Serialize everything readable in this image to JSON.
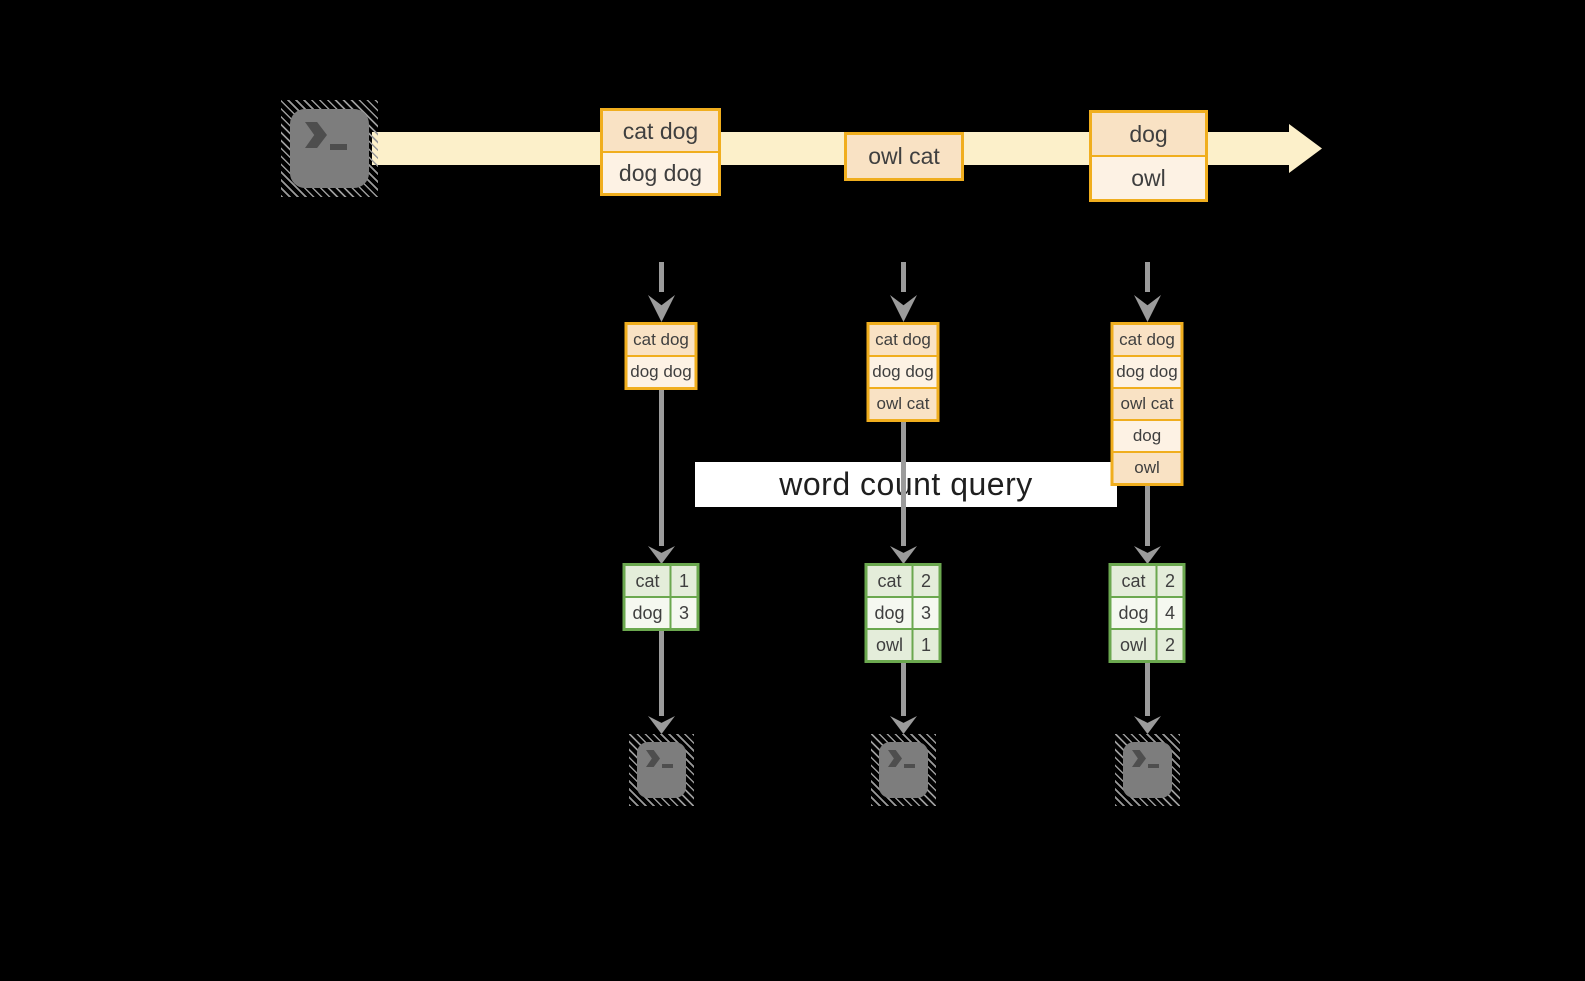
{
  "diagram": {
    "query_label": "word count query",
    "stream": {
      "source": {
        "icon": "terminal-icon"
      },
      "batches": [
        {
          "lines": [
            "cat dog",
            "dog dog"
          ]
        },
        {
          "lines": [
            "owl cat"
          ]
        },
        {
          "lines": [
            "dog",
            "owl"
          ]
        }
      ]
    },
    "columns": [
      {
        "batch_lines": [
          "cat dog",
          "dog dog"
        ],
        "counts": [
          {
            "word": "cat",
            "count": "1"
          },
          {
            "word": "dog",
            "count": "3"
          }
        ],
        "sink": {
          "icon": "terminal-icon"
        }
      },
      {
        "batch_lines": [
          "cat dog",
          "dog dog",
          "owl cat"
        ],
        "counts": [
          {
            "word": "cat",
            "count": "2"
          },
          {
            "word": "dog",
            "count": "3"
          },
          {
            "word": "owl",
            "count": "1"
          }
        ],
        "sink": {
          "icon": "terminal-icon"
        }
      },
      {
        "batch_lines": [
          "cat dog",
          "dog dog",
          "owl cat",
          "dog",
          "owl"
        ],
        "counts": [
          {
            "word": "cat",
            "count": "2"
          },
          {
            "word": "dog",
            "count": "4"
          },
          {
            "word": "owl",
            "count": "2"
          }
        ],
        "sink": {
          "icon": "terminal-icon"
        }
      }
    ],
    "colors": {
      "background": "#000000",
      "stream_band": "#FCF0CA",
      "box_border": "#F0AE1E",
      "box_fill_dark": "#F9E2C4",
      "box_fill_light": "#FDF2E4",
      "table_border": "#6BA84F",
      "table_fill_green": "#E4EDDA",
      "table_fill_white": "#F5F8F0",
      "arrow_gray": "#9B9B9B",
      "banner_bg": "#FFFFFF"
    }
  }
}
